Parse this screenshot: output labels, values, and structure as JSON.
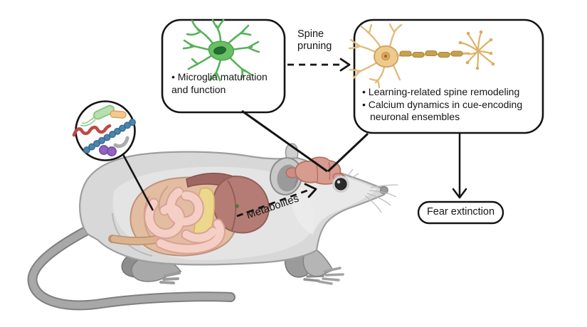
{
  "figure": {
    "type": "scientific-pathway-diagram",
    "subject": "gut-microbiome to brain signaling in a mouse"
  },
  "boxes": {
    "microglia": {
      "line1": "• Microglia maturation",
      "line2": "and function"
    },
    "neuron": {
      "line1": "• Learning-related spine remodeling",
      "line2": "• Calcium dynamics in cue-encoding",
      "line3": "neuronal ensembles"
    }
  },
  "labels": {
    "spine_pruning_line1": "Spine",
    "spine_pruning_line2": "pruning",
    "metabolites": "Metabolites",
    "fear_extinction": "Fear extinction"
  },
  "icons": {
    "microglia_cell": "microglia-cell-icon",
    "neuron_cell": "neuron-icon",
    "microbe_magnifier": "gut-microbes-circle-icon",
    "mouse": "mouse-with-gut-illustration",
    "brain": "mouse-brain-icon"
  },
  "colors": {
    "background": "#ffffff",
    "outline_black": "#141414",
    "microglia_green": "#69bf62",
    "microglia_nucleus": "#206f33",
    "neuron_tan": "#eeca8e",
    "neuron_myelin": "#c7a14b",
    "mouse_gray": "#d8d8d8",
    "mouse_outline": "#9e9e9e",
    "brain_pink": "#d89b8f",
    "gut_pink": "#f5cfc5",
    "gut_tan": "#e2bda2",
    "cecum_mauve": "#b47c75",
    "pancreas_yellow": "#ecd78d"
  }
}
